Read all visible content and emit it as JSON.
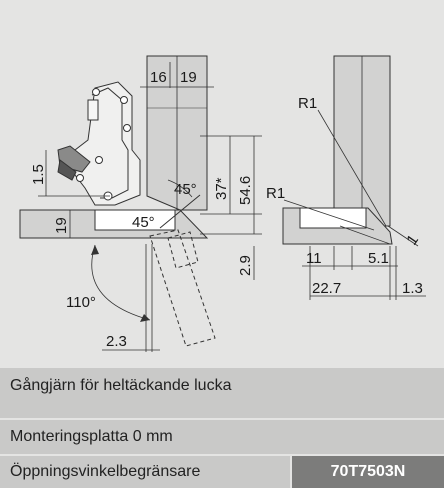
{
  "dimensions": {
    "d16": "16",
    "d19_top": "19",
    "d1_5": "1.5",
    "d19_side": "19",
    "d37": "37*",
    "d54_6": "54.6",
    "d45_upper": "45°",
    "d45_lower": "45°",
    "d2_9": "2.9",
    "d110": "110°",
    "d2_3": "2.3",
    "r1_top": "R1",
    "r1_mid": "R1",
    "d1_right": "1",
    "d11": "11",
    "d5_1": "5.1",
    "d22_7": "22.7",
    "d1_3": "1.3"
  },
  "info": {
    "type_label": "Gångjärn för heltäckande lucka",
    "plate_label": "Monteringsplatta 0 mm",
    "limiter_label": "Öppningsvinkelbegränsare",
    "article_code": "70T7503N"
  },
  "colors": {
    "background": "#e4e4e3",
    "panel": "#cfcfce",
    "row": "#c9c9c8",
    "code_bg": "#7c7c7b"
  }
}
